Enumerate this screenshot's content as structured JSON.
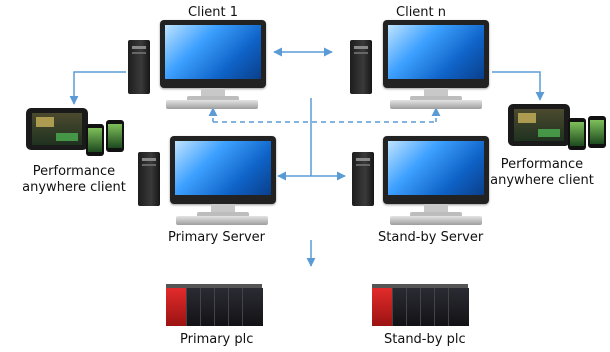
{
  "labels": {
    "client_1": "Client 1",
    "client_n": "Client n",
    "primary_server": "Primary Server",
    "standby_server": "Stand-by Server",
    "perf_left": "Performance anywhere client",
    "perf_right": "Performance anywhere client",
    "primary_plc": "Primary plc",
    "standby_plc": "Stand-by plc"
  },
  "colors": {
    "connector": "#5b9bd5",
    "screen_blue": "#1f7be0",
    "plc_red": "#d62424"
  }
}
